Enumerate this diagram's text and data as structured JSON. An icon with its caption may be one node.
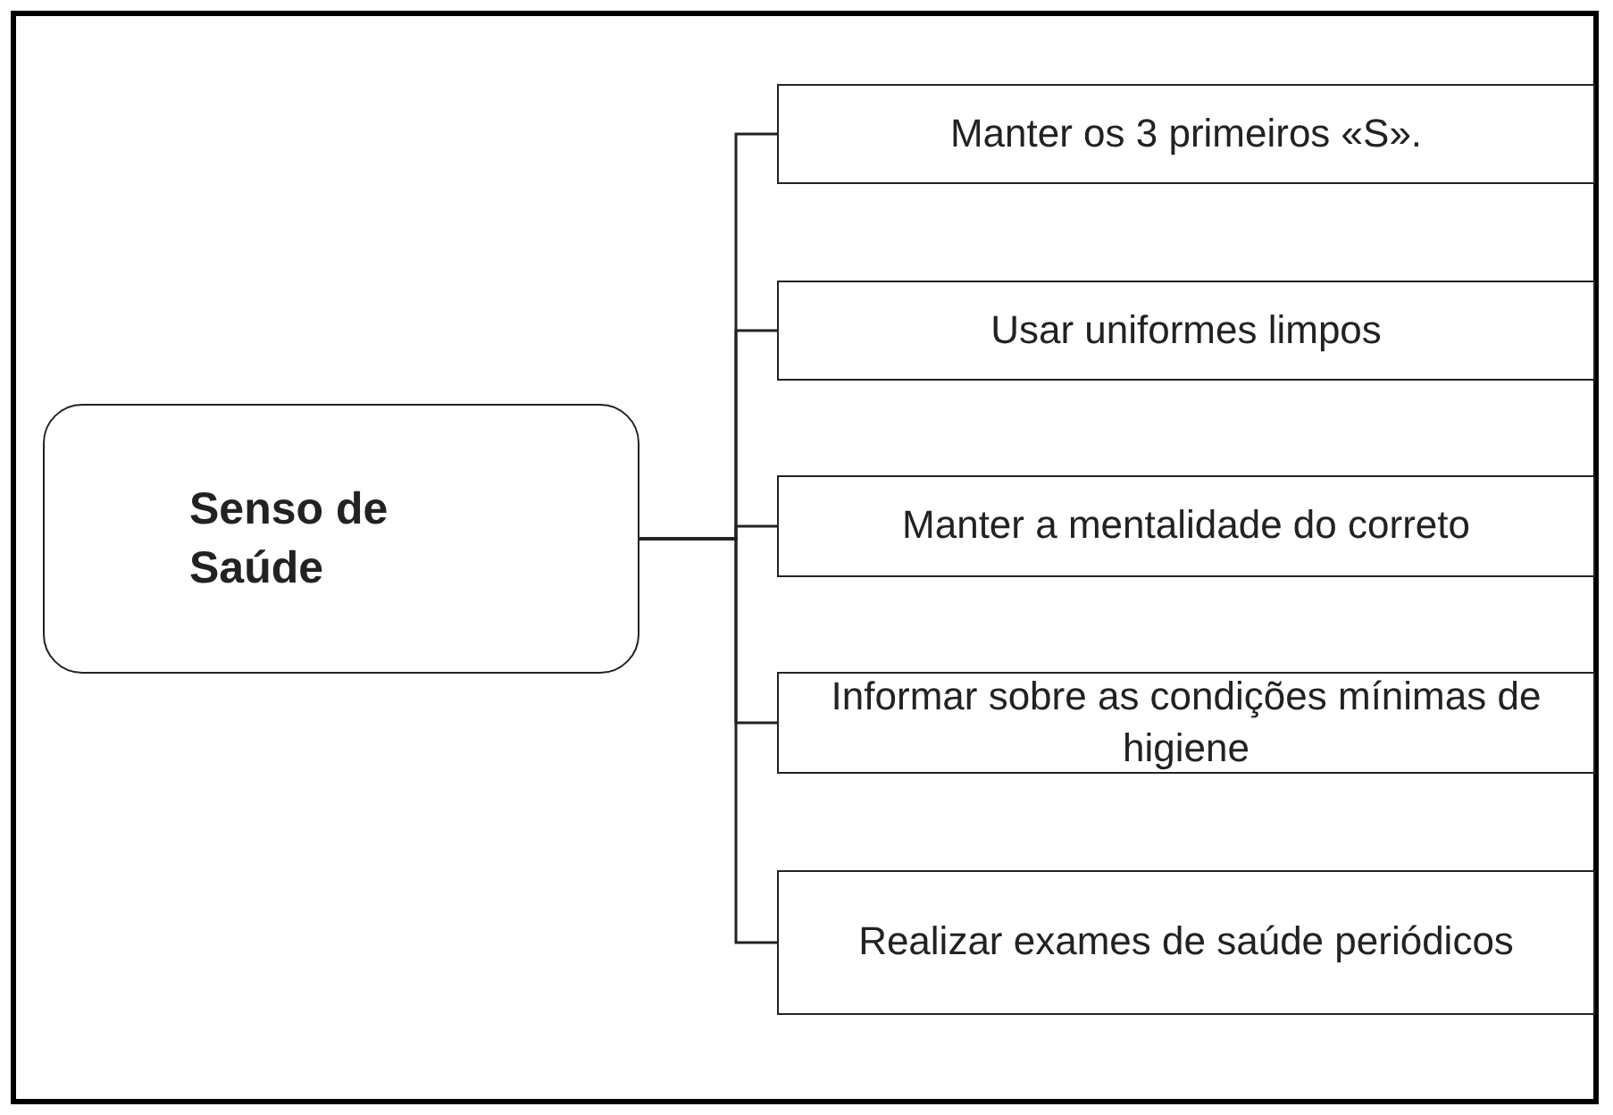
{
  "diagram": {
    "nodes": [
      {
        "text": [
          "Senso de Saúde"
        ]
      },
      {
        "text": [
          "Manter os 3 primeiros «S»."
        ]
      },
      {
        "text": [
          "Usar uniformes limpos"
        ]
      },
      {
        "text": [
          "Manter a mentalidade do correto"
        ]
      },
      {
        "text": [
          "Informar sobre as condições mínimas de higiene"
        ]
      },
      {
        "text": [
          "Realizar exames de saúde periódicos"
        ]
      }
    ],
    "edges": [
      {
        "from": 0,
        "to": 1,
        "arrow": "none"
      },
      {
        "from": 0,
        "to": 2,
        "arrow": "none"
      },
      {
        "from": 0,
        "to": 3,
        "arrow": "none"
      },
      {
        "from": 0,
        "to": 4,
        "arrow": "none"
      },
      {
        "from": 0,
        "to": 5,
        "arrow": "none"
      }
    ]
  }
}
